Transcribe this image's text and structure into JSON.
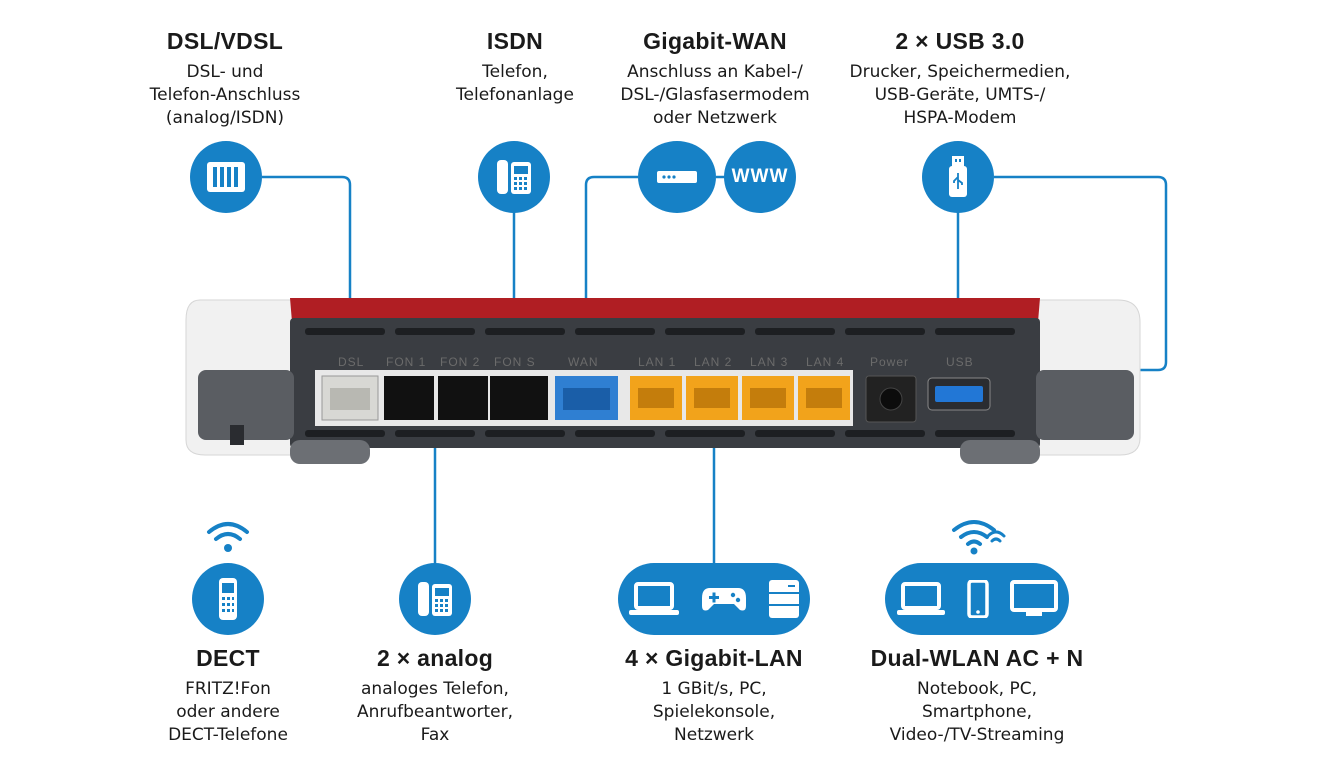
{
  "top": [
    {
      "title": "DSL/VDSL",
      "desc": [
        "DSL- und",
        "Telefon-Anschluss",
        "(analog/ISDN)"
      ]
    },
    {
      "title": "ISDN",
      "desc": [
        "Telefon,",
        "Telefonanlage"
      ]
    },
    {
      "title": "Gigabit-WAN",
      "desc": [
        "Anschluss an Kabel-/",
        "DSL-/Glasfasermodem",
        "oder Netzwerk"
      ]
    },
    {
      "title": "2 × USB 3.0",
      "desc": [
        "Drucker, Speichermedien,",
        "USB-Geräte, UMTS-/",
        "HSPA-Modem"
      ]
    }
  ],
  "bottom": [
    {
      "title": "DECT",
      "desc": [
        "FRITZ!Fon",
        "oder andere",
        "DECT-Telefone"
      ]
    },
    {
      "title": "2 × analog",
      "desc": [
        "analoges Telefon,",
        "Anrufbeantworter,",
        "Fax"
      ]
    },
    {
      "title": "4 × Gigabit-LAN",
      "desc": [
        "1 GBit/s, PC,",
        "Spielekonsole,",
        "Netzwerk"
      ]
    },
    {
      "title": "Dual-WLAN AC + N",
      "desc": [
        "Notebook, PC,",
        "Smartphone,",
        "Video-/TV-Streaming"
      ]
    }
  ],
  "icons": {
    "www": "WWW"
  },
  "ports": {
    "dsl": "DSL",
    "fon1": "FON 1",
    "fon2": "FON 2",
    "fons0": "FON S",
    "wan": "WAN",
    "lan1": "LAN 1",
    "lan2": "LAN 2",
    "lan3": "LAN 3",
    "lan4": "LAN 4",
    "power": "Power",
    "usb": "USB"
  },
  "colors": {
    "accent": "#1681c6",
    "router_red": "#b01e23",
    "router_body": "#3a3d42",
    "lan_port": "#f2a31b",
    "wan_port": "#2f7fd2"
  }
}
